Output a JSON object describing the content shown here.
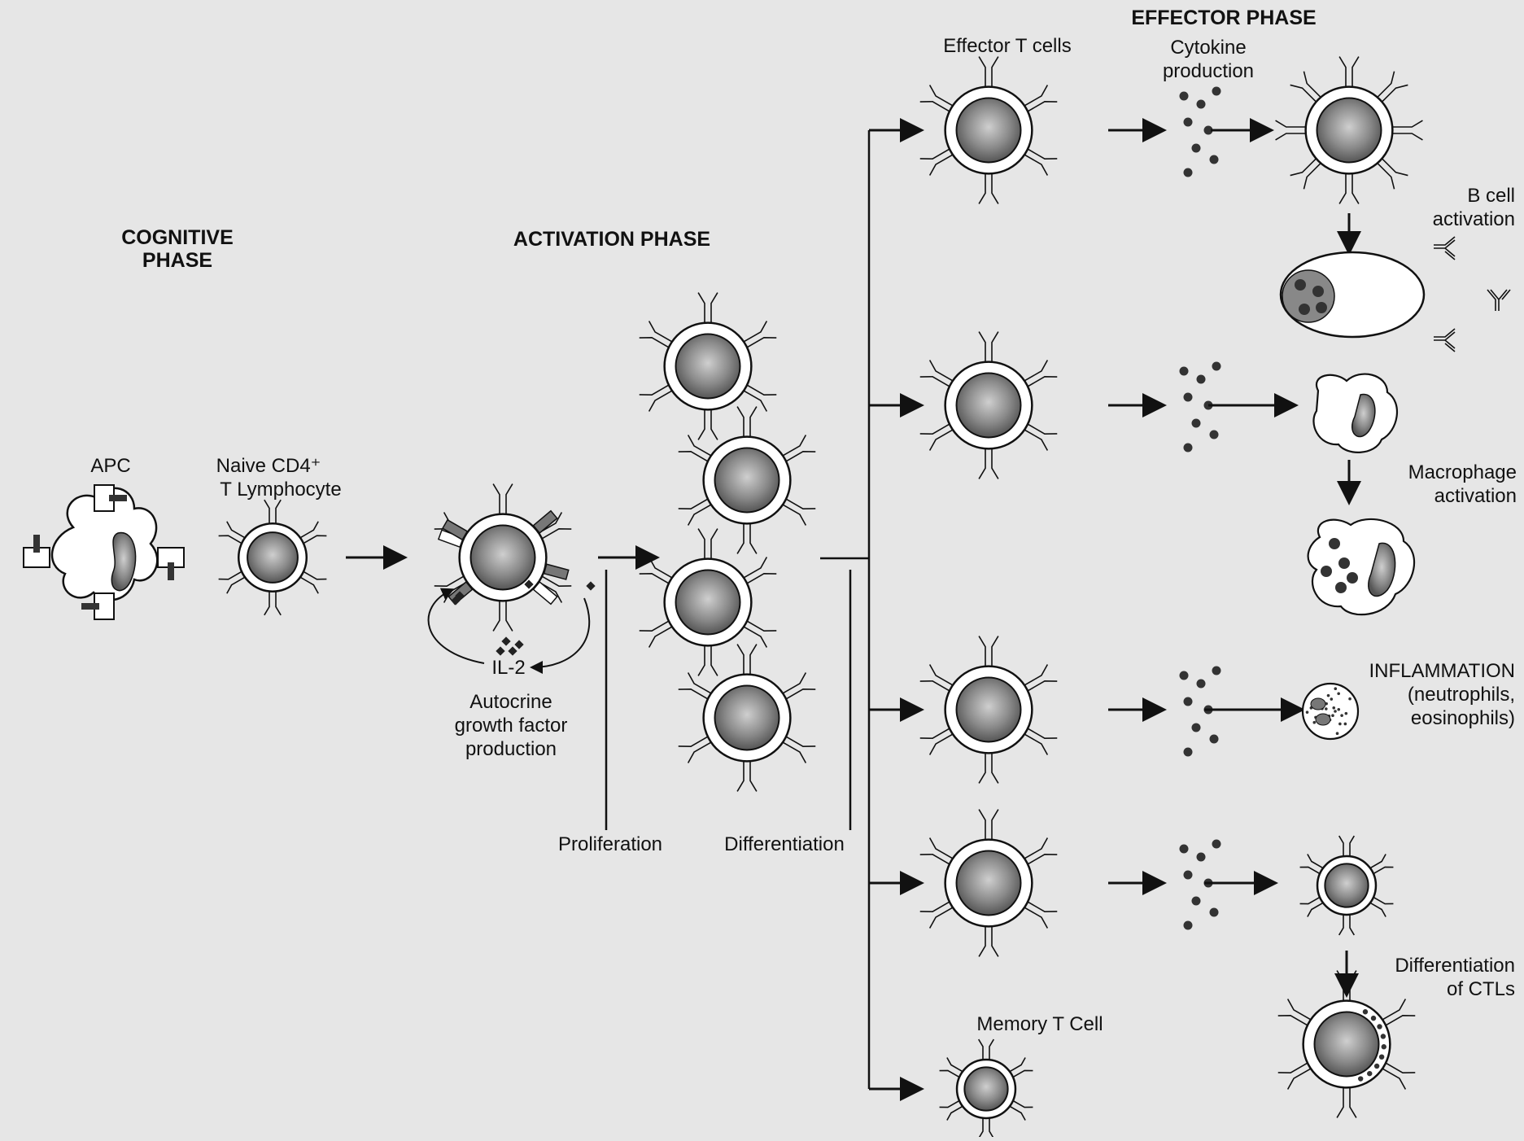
{
  "phases": {
    "cognitive": [
      "COGNITIVE",
      "PHASE"
    ],
    "activation": "ACTIVATION PHASE",
    "effector": "EFFECTOR PHASE"
  },
  "labels": {
    "apc": "APC",
    "naive": [
      "Naive CD4⁺",
      "T Lymphocyte"
    ],
    "il2": "IL-2",
    "autocrine": [
      "Autocrine",
      "growth factor",
      "production"
    ],
    "proliferation": "Proliferation",
    "differentiation": "Differentiation",
    "effector_t_cells": "Effector T cells",
    "cytokine": [
      "Cytokine",
      "production"
    ],
    "b_cell": [
      "B cell",
      "activation"
    ],
    "macrophage": [
      "Macrophage",
      "activation"
    ],
    "inflammation": [
      "INFLAMMATION",
      "(neutrophils,",
      "eosinophils)"
    ],
    "ctl": [
      "Differentiation",
      "of CTLs"
    ],
    "memory": "Memory T Cell"
  },
  "colors": {
    "background": "#e6e6e6",
    "ink": "#111111",
    "nucleus_dark": "#555555",
    "nucleus_light": "#cfcfcf",
    "cell_fill": "#ffffff"
  }
}
